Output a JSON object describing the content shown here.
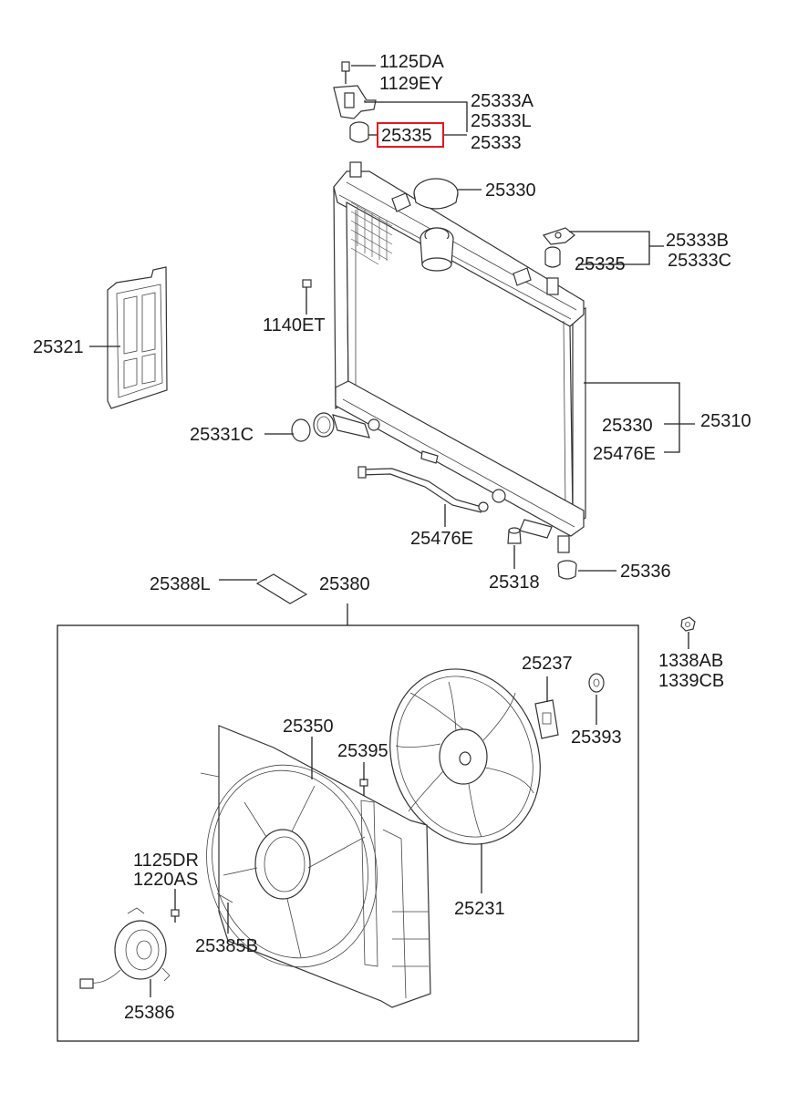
{
  "diagram": {
    "colors": {
      "line": "#222222",
      "highlight": "#e0181e",
      "background": "#ffffff"
    },
    "callouts": {
      "bolt_top_1": "1125DA",
      "bolt_top_2": "1129EY",
      "bracket_upper_1": "25333A",
      "bracket_upper_2": "25333L",
      "bracket_upper_3": "25333",
      "insulator_upper_highlighted": "25335",
      "radiator_cap": "25330",
      "bracket_right_1": "25333B",
      "bracket_right_2": "25333C",
      "insulator_right": "25335",
      "bolt_1140ET": "1140ET",
      "air_guard": "25321",
      "radiator_sub_1": "25330",
      "radiator_sub_2": "25476E",
      "radiator_assy": "25310",
      "hose_clamp": "25331C",
      "oil_cooler_hose": "25476E",
      "drain_plug": "25318",
      "lower_insulator": "25336",
      "label_sticker": "25388L",
      "fan_assy": "25380",
      "nut_1": "1338AB",
      "nut_2": "1339CB",
      "resistor": "25237",
      "nut_25393": "25393",
      "shroud": "25350",
      "screw_25395": "25395",
      "bolt_motor_1": "1125DR",
      "bolt_motor_2": "1220AS",
      "fan_blade": "25231",
      "motor_bracket": "25385B",
      "fan_motor": "25386"
    }
  }
}
